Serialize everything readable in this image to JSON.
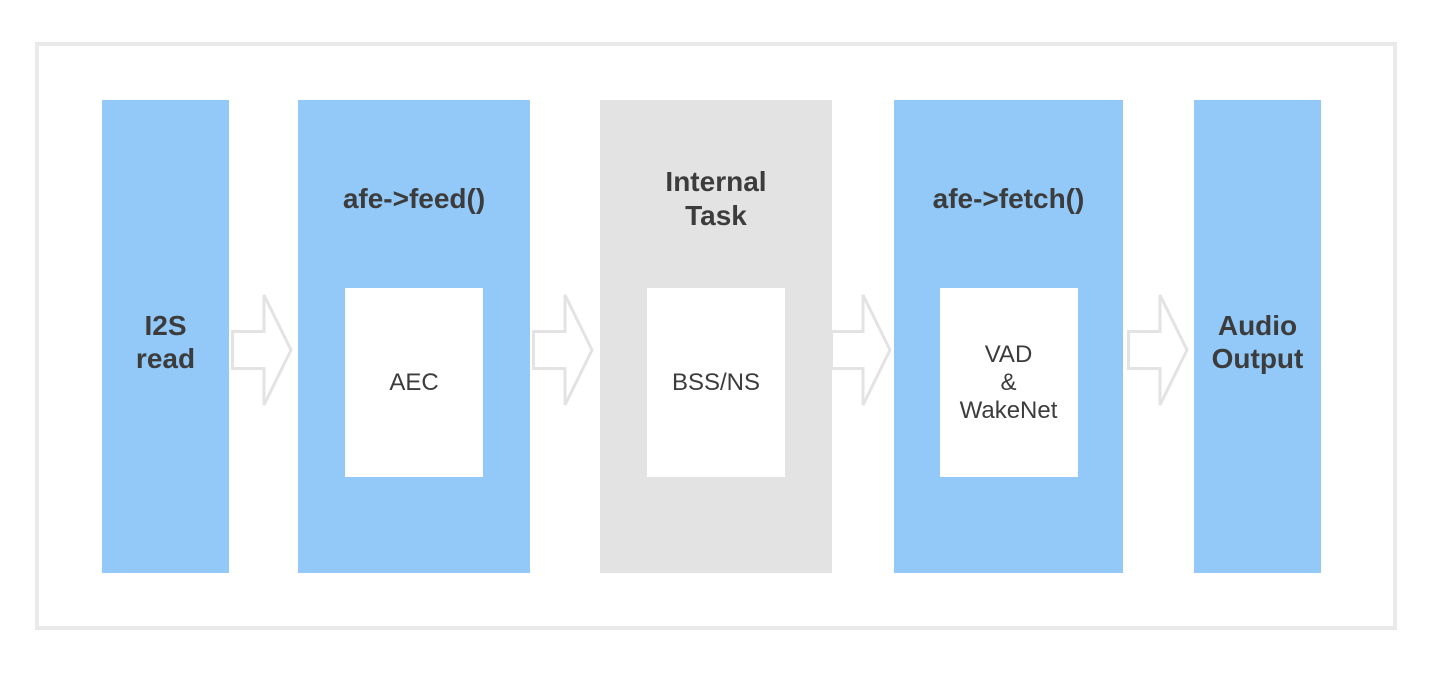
{
  "diagram": {
    "type": "flow",
    "direction": "left-to-right",
    "colors": {
      "stage_blue": "#92c9f8",
      "stage_gray": "#e3e3e3",
      "inner_box_white": "#ffffff",
      "text_dark": "#3c3c3c",
      "frame_border": "#eaeaea",
      "arrow_outline": "#e3e3e3"
    },
    "stages": [
      {
        "name": "i2s-read",
        "kind": "endpoint",
        "color": "blue",
        "label_lines": [
          "I2S",
          "read"
        ]
      },
      {
        "name": "afe-feed",
        "kind": "stage-with-box",
        "color": "blue",
        "title_lines": [
          "afe->feed()"
        ],
        "box_lines": [
          "AEC"
        ]
      },
      {
        "name": "internal-task",
        "kind": "stage-with-box",
        "color": "gray",
        "title_lines": [
          "Internal",
          "Task"
        ],
        "box_lines": [
          "BSS/NS"
        ]
      },
      {
        "name": "afe-fetch",
        "kind": "stage-with-box",
        "color": "blue",
        "title_lines": [
          "afe->fetch()"
        ],
        "box_lines": [
          "VAD",
          "&",
          "WakeNet"
        ]
      },
      {
        "name": "audio-output",
        "kind": "endpoint",
        "color": "blue",
        "label_lines": [
          "Audio",
          "Output"
        ]
      }
    ],
    "arrows": [
      {
        "name": "arrow-i2s-to-feed",
        "direction": "right"
      },
      {
        "name": "arrow-feed-to-internal-task",
        "direction": "right"
      },
      {
        "name": "arrow-internal-task-to-fetch",
        "direction": "right"
      },
      {
        "name": "arrow-fetch-to-output",
        "direction": "right"
      }
    ]
  }
}
